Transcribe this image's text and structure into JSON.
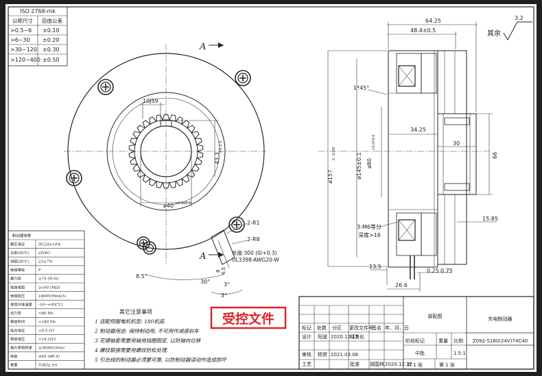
{
  "tolerance_table": {
    "title": "ISO 2768-mk",
    "headers": [
      "公称尺寸",
      "自由公差"
    ],
    "rows": [
      [
        ">0.5~6",
        "±0.10"
      ],
      [
        ">6~30",
        "±0.20"
      ],
      [
        ">30~120",
        "±0.30"
      ],
      [
        ">120~400",
        "±0.50"
      ]
    ]
  },
  "params": {
    "title": "制动器参数",
    "rows": [
      [
        "额定电压",
        "DC24±10%"
      ],
      [
        "功率(20℃)",
        "25(W)"
      ],
      [
        "电阻(20℃)",
        "23±7%"
      ],
      [
        "绝缘等级",
        "F"
      ],
      [
        "静力矩",
        "≥74 (N·m)"
      ],
      [
        "绝缘电阻",
        "≥100 (MΩ)"
      ],
      [
        "绝缘耐压",
        "1800V/5mA/1s"
      ],
      [
        "使用环境温度",
        "-10~+40(℃)"
      ],
      [
        "动力矩",
        "≈80 Ms"
      ],
      [
        "释放时间",
        "≈180 Ms"
      ],
      [
        "吸合电压",
        "≈0.5 (V)"
      ],
      [
        "释放电压",
        "≈19.2(V)"
      ],
      [
        "最大使用转速",
        "≥3600(r/min)"
      ],
      [
        "噪音",
        "≤65 (dB A)"
      ],
      [
        "重量",
        "5382g ±n"
      ]
    ]
  },
  "notes": {
    "title": "其它注意事项",
    "items": [
      "1 适配伺服电机机型: 180机座.",
      "2 制动器用途: 保持制动用, 不可用作减速刹车",
      "3 花键轴套需要用轴用挡圈固定, 以防轴向位移",
      "4 螺纹联接需要用螺纹防松处理.",
      "5 引出线的制动器必须要可靠, 以防制动器误动作造成损坏"
    ]
  },
  "stamp": "受控文件",
  "front_view": {
    "section_mark": "A",
    "labels": {
      "keyway": "10JS9",
      "key_height": "43.3",
      "key_height_tol": "+0.2 0",
      "bore": "ø40",
      "bore_tol": "+0.025 0",
      "r1": "2-R1",
      "r8": "2-R8",
      "lead": "长度:300 (0/+0.3)",
      "wire": "UL3398-AWG20-W",
      "lead_dim": "8",
      "lead_dim2": "6.5",
      "chamfer_left": "8.5°",
      "angle_30": "30°",
      "angle_3a": "3°",
      "angle_3b": "3°"
    }
  },
  "side_view": {
    "roughness": "3.2",
    "roughness_prefix": "其余",
    "labels": {
      "width_total": "64.25",
      "width_mid": "48.4±0.5",
      "chamfer": "1*45°",
      "d157": "ø157",
      "d157_tol": "0 -0.05",
      "d145": "ø145±0.1",
      "d80": "ø80",
      "d80_tol": "+0.074 0",
      "dim_34": "34.25",
      "dim_30": "30",
      "dim_66": "66",
      "dim_15": "15.85",
      "thread": "3-M6等分",
      "depth": "深度>16",
      "dim_13": "13.5",
      "dim_025": "0.25",
      "dim_075": "0.75",
      "dim_26": "26.6"
    }
  },
  "title_block": {
    "drawing_name": "装配图",
    "part_name": "失电制动器",
    "code": "Z092-S180(24V)74C40",
    "headers": [
      "标记",
      "处数",
      "分区",
      "更改文件号",
      "签名",
      "年、月、日"
    ],
    "design_label": "设计",
    "designer": "阳波",
    "design_date": "2020.12.17",
    "standardize_label": "标准化",
    "review_label": "审核",
    "reviewer": "杨贺",
    "review_date": "2021.03.08",
    "process_label": "工艺",
    "approve_label": "批准",
    "approver": "胡国林",
    "approve_date": "2020.12.17",
    "stage_label": "阶段标记",
    "weight_label": "重量",
    "scale_label": "比例",
    "scale": "1.5:1",
    "stage_value": "中批",
    "sheets_total": "共 1 张",
    "sheet_no": "第 1 张"
  },
  "colors": {
    "line": "#222222",
    "stamp": "#d8262b",
    "background": "#ffffff",
    "frame": "#1f1f1f"
  }
}
